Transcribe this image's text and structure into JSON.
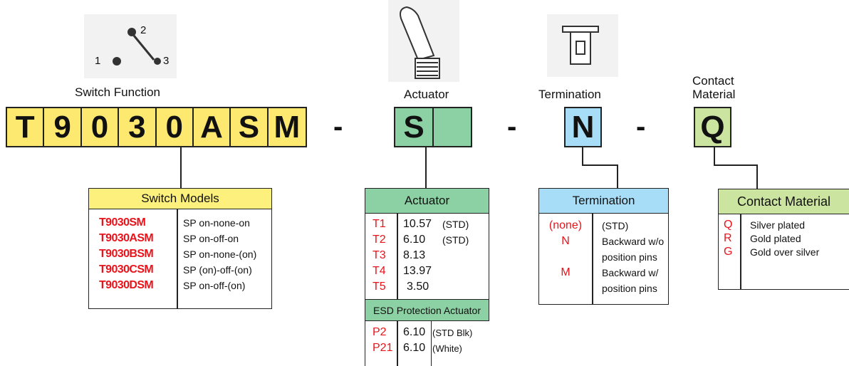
{
  "labels": {
    "switch_function": "Switch Function",
    "actuator": "Actuator",
    "termination": "Termination",
    "contact_material_1": "Contact",
    "contact_material_2": "Material"
  },
  "diagram_numbers": {
    "pin1": "1",
    "pin2": "2",
    "pin3": "3"
  },
  "code": {
    "model_chars": [
      "T",
      "9",
      "0",
      "3",
      "0",
      "A",
      "S",
      "M"
    ],
    "actuator_char": "S",
    "termination_char": "N",
    "material_char": "Q",
    "dash": "-"
  },
  "colors": {
    "yellow": "#fde96f",
    "yellow_header": "#fdf07c",
    "green": "#8cd1a3",
    "blue": "#a8ddf7",
    "lime": "#cbe4a0",
    "red": "#e8131b"
  },
  "switch_models": {
    "title": "Switch Models",
    "rows": [
      {
        "code": "T9030SM",
        "desc": "SP on-none-on"
      },
      {
        "code": "T9030ASM",
        "desc": "SP on-off-on"
      },
      {
        "code": "T9030BSM",
        "desc": "SP on-none-(on)"
      },
      {
        "code": "T9030CSM",
        "desc": "SP (on)-off-(on)"
      },
      {
        "code": "T9030DSM",
        "desc": "SP on-off-(on)"
      }
    ]
  },
  "actuator_table": {
    "title": "Actuator",
    "rows": [
      {
        "code": "T1",
        "value": "10.57",
        "note": "(STD)"
      },
      {
        "code": "T2",
        "value": "6.10",
        "note": "(STD)"
      },
      {
        "code": "T3",
        "value": "8.13",
        "note": ""
      },
      {
        "code": "T4",
        "value": "13.97",
        "note": ""
      },
      {
        "code": "T5",
        "value": "3.50",
        "note": ""
      }
    ],
    "esd_title": "ESD Protection Actuator",
    "esd_rows": [
      {
        "code": "P2",
        "value": "6.10",
        "note": "(STD Blk)"
      },
      {
        "code": "P21",
        "value": "6.10",
        "note": "(White)"
      }
    ]
  },
  "termination_table": {
    "title": "Termination",
    "rows": [
      {
        "code": "(none)",
        "desc1": "(STD)",
        "desc2": ""
      },
      {
        "code": "N",
        "desc1": "Backward w/o",
        "desc2": "position pins"
      },
      {
        "code": "M",
        "desc1": "Backward w/",
        "desc2": "position pins"
      }
    ]
  },
  "material_table": {
    "title": "Contact Material",
    "rows": [
      {
        "code": "Q",
        "desc": "Silver plated"
      },
      {
        "code": "R",
        "desc": "Gold plated"
      },
      {
        "code": "G",
        "desc": "Gold over silver"
      }
    ]
  }
}
